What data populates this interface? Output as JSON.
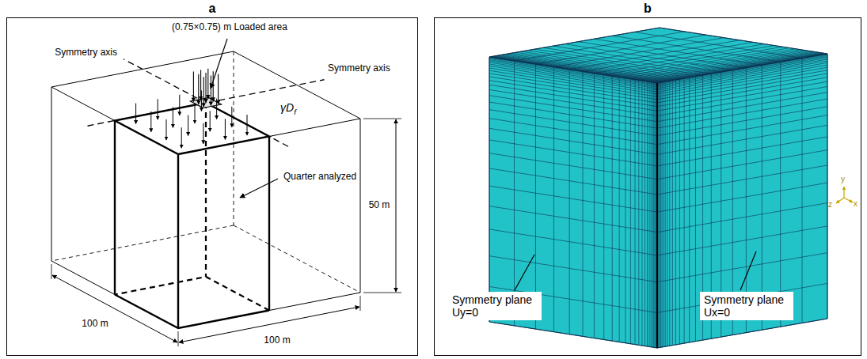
{
  "diagram": {
    "nodes": [
      {
        "text": [
          "a"
        ]
      },
      {
        "text": [
          "b"
        ]
      }
    ],
    "labels": [
      "(0.75×0.75) m Loaded area",
      "Symmetry axis",
      "Symmetry axis",
      "γDf",
      "Quarter analyzed",
      "50 m",
      "100 m",
      "100 m",
      "Symmetry plane Uy=0",
      "Symmetry plane Ux=0",
      "y",
      "z",
      "x"
    ]
  }
}
